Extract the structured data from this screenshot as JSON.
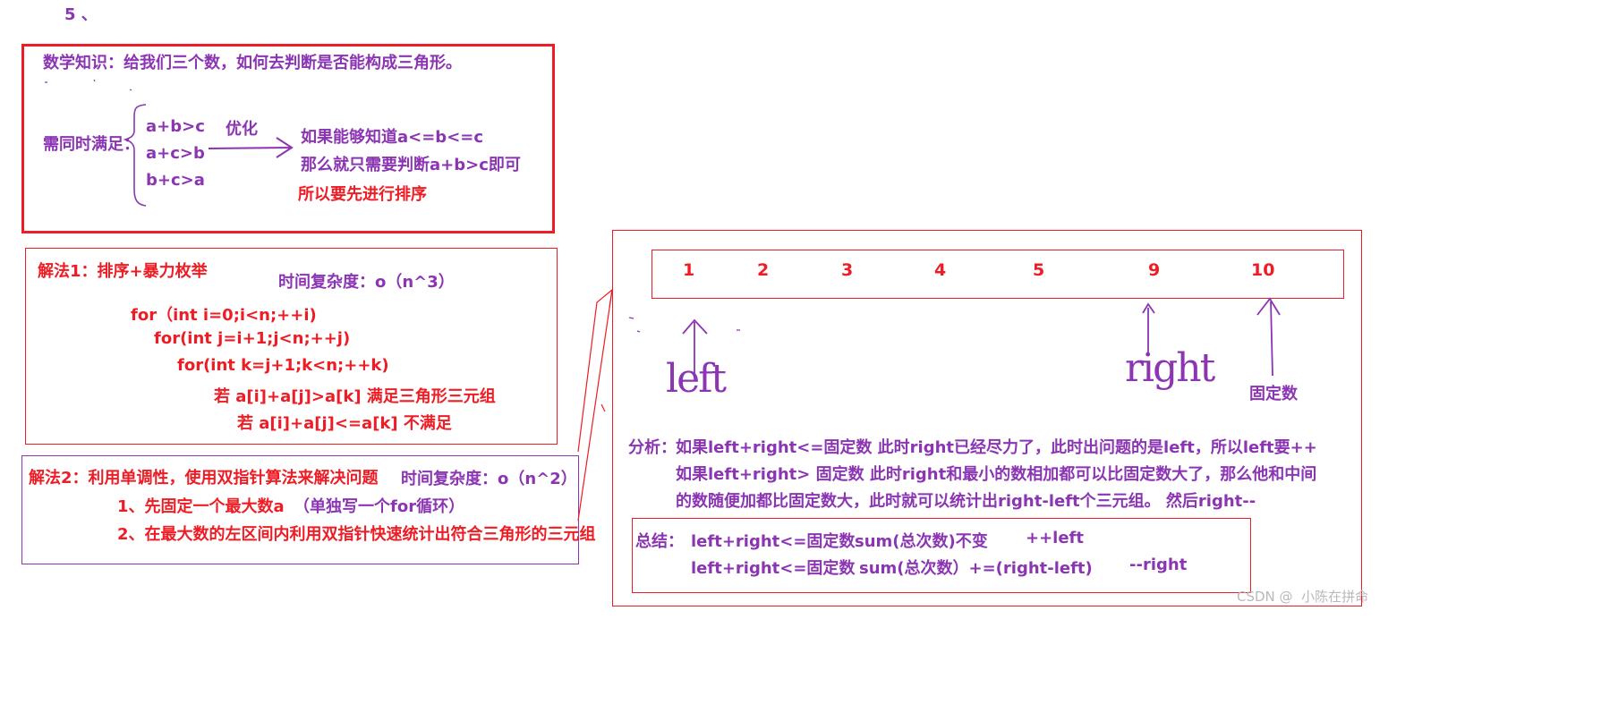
{
  "header": {
    "number": "5 、"
  },
  "math_box": {
    "title": "数学知识：给我们三个数，如何去判断是否能构成三角形。",
    "condition_label": "需同时满足：",
    "conditions": [
      "a+b>c",
      "a+c>b",
      "b+c>a"
    ],
    "optimize_label": "优化",
    "note1": "如果能够知道a<=b<=c",
    "note2": "那么就只需要判断a+b>c即可",
    "note3": "所以要先进行排序"
  },
  "solution1": {
    "title": "解法1：排序+暴力枚举",
    "complexity": "时间复杂度：o（n^3）",
    "code": [
      "for（int i=0;i<n;++i)",
      "for(int j=i+1;j<n;++j)",
      "for(int k=j+1;k<n;++k)",
      "若 a[i]+a[j]>a[k]    满足三角形三元组",
      "若 a[i]+a[j]<=a[k]      不满足"
    ]
  },
  "solution2": {
    "title": "解法2：利用单调性，使用双指针算法来解决问题",
    "complexity": "时间复杂度：o（n^2）",
    "step1": "1、先固定一个最大数a",
    "step1_note": "（单独写一个for循环）",
    "step2": "2、在最大数的左区间内利用双指针快速统计出符合三角形的三元组"
  },
  "array": {
    "values": [
      "1",
      "2",
      "3",
      "4",
      "5",
      "9",
      "10"
    ],
    "left_label": "left",
    "right_label": "right",
    "fixed_label": "固定数"
  },
  "analysis": {
    "label": "分析：",
    "line1": "如果left+right<=固定数      此时right已经尽力了，此时出问题的是left，所以left要++",
    "line2": "如果left+right> 固定数        此时right和最小的数相加都可以比固定数大了，那么他和中间",
    "line3": "的数随便加都比固定数大，此时就可以统计出right-left个三元组。 然后right--"
  },
  "summary": {
    "label": "总结：",
    "row1": [
      "left+right<=固定数",
      "sum(总次数)不变",
      "++left"
    ],
    "row2": [
      "left+right<=固定数",
      "sum(总次数）+=(right-left)",
      "--right"
    ]
  },
  "watermark": "CSDN @  小陈在拼命  ",
  "colors": {
    "purple": "#8b35b3",
    "red": "#ee1c24",
    "box_red": "#ee1c24",
    "box_purple": "#8b35b3"
  }
}
